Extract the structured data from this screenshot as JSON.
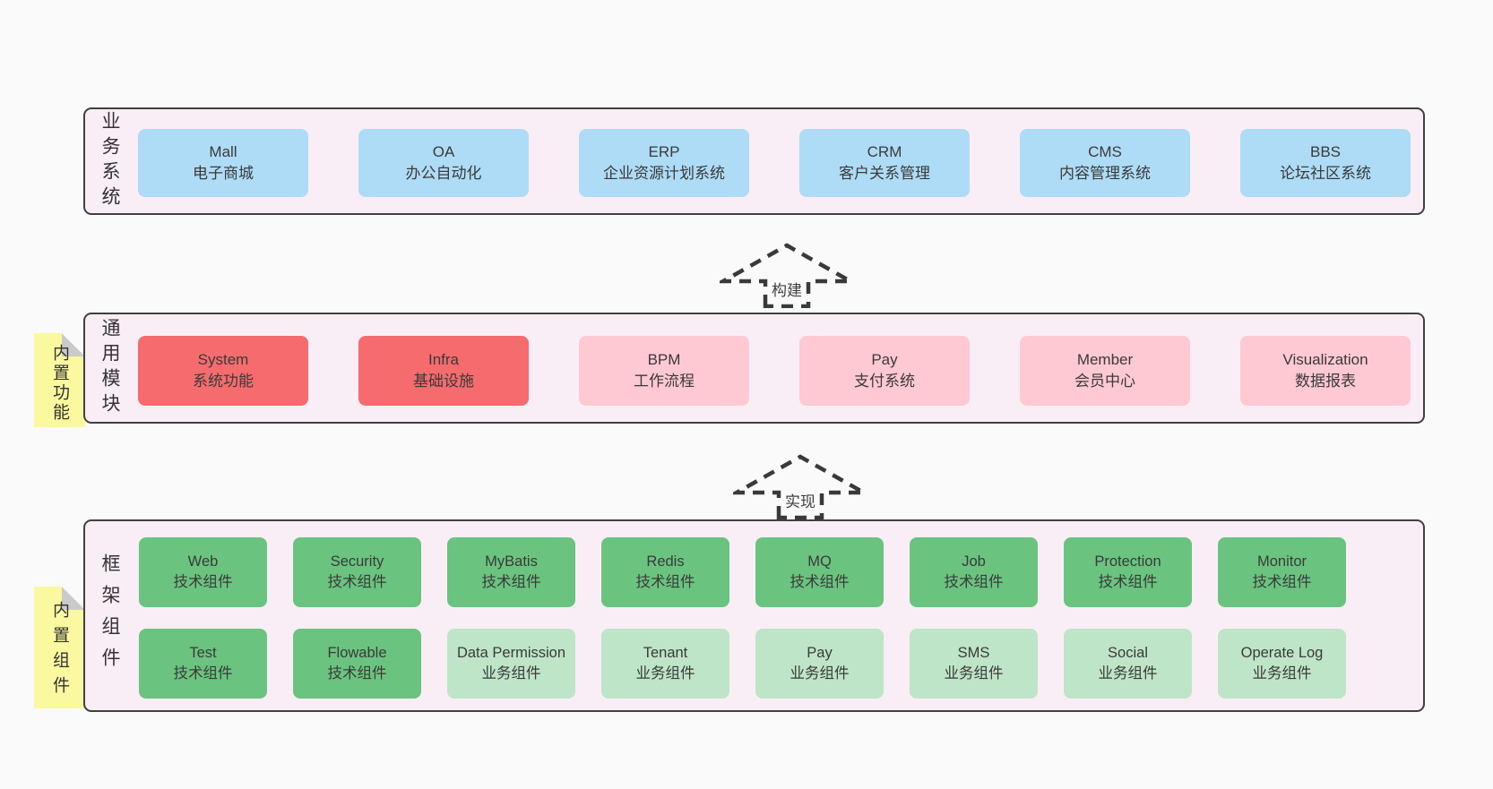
{
  "palette": {
    "pageBg": "#fafafa",
    "layerBg": "#f9edf6",
    "layerBorder": "#404040",
    "blue": "#aedcf6",
    "red": "#f56b6e",
    "pink": "#fec9d3",
    "green": "#6ac480",
    "lightGreen": "#bfe5c8",
    "noteYellow": "#fbf99f",
    "foldGray": "#c9cac9",
    "arrow": "#3a3a3a",
    "text": "#383838"
  },
  "layers": [
    {
      "id": "business-systems",
      "label": "业务系统",
      "boxes": [
        {
          "title": "Mall",
          "subtitle": "电子商城",
          "color": "blue"
        },
        {
          "title": "OA",
          "subtitle": "办公自动化",
          "color": "blue"
        },
        {
          "title": "ERP",
          "subtitle": "企业资源计划系统",
          "color": "blue"
        },
        {
          "title": "CRM",
          "subtitle": "客户关系管理",
          "color": "blue"
        },
        {
          "title": "CMS",
          "subtitle": "内容管理系统",
          "color": "blue"
        },
        {
          "title": "BBS",
          "subtitle": "论坛社区系统",
          "color": "blue"
        }
      ]
    },
    {
      "id": "common-modules",
      "label": "通用模块",
      "note": "内置功能",
      "boxes": [
        {
          "title": "System",
          "subtitle": "系统功能",
          "color": "red"
        },
        {
          "title": "Infra",
          "subtitle": "基础设施",
          "color": "red"
        },
        {
          "title": "BPM",
          "subtitle": "工作流程",
          "color": "pink"
        },
        {
          "title": "Pay",
          "subtitle": "支付系统",
          "color": "pink"
        },
        {
          "title": "Member",
          "subtitle": "会员中心",
          "color": "pink"
        },
        {
          "title": "Visualization",
          "subtitle": "数据报表",
          "color": "pink"
        }
      ]
    },
    {
      "id": "framework-components",
      "label": "框架组件",
      "note": "内置组件",
      "rows": [
        [
          {
            "title": "Web",
            "subtitle": "技术组件",
            "color": "green"
          },
          {
            "title": "Security",
            "subtitle": "技术组件",
            "color": "green"
          },
          {
            "title": "MyBatis",
            "subtitle": "技术组件",
            "color": "green"
          },
          {
            "title": "Redis",
            "subtitle": "技术组件",
            "color": "green"
          },
          {
            "title": "MQ",
            "subtitle": "技术组件",
            "color": "green"
          },
          {
            "title": "Job",
            "subtitle": "技术组件",
            "color": "green"
          },
          {
            "title": "Protection",
            "subtitle": "技术组件",
            "color": "green"
          },
          {
            "title": "Monitor",
            "subtitle": "技术组件",
            "color": "green"
          }
        ],
        [
          {
            "title": "Test",
            "subtitle": "技术组件",
            "color": "green"
          },
          {
            "title": "Flowable",
            "subtitle": "技术组件",
            "color": "green"
          },
          {
            "title": "Data Permission",
            "subtitle": "业务组件",
            "color": "lightgreen"
          },
          {
            "title": "Tenant",
            "subtitle": "业务组件",
            "color": "lightgreen"
          },
          {
            "title": "Pay",
            "subtitle": "业务组件",
            "color": "lightgreen"
          },
          {
            "title": "SMS",
            "subtitle": "业务组件",
            "color": "lightgreen"
          },
          {
            "title": "Social",
            "subtitle": "业务组件",
            "color": "lightgreen"
          },
          {
            "title": "Operate Log",
            "subtitle": "业务组件",
            "color": "lightgreen"
          }
        ]
      ]
    }
  ],
  "arrows": [
    {
      "label": "构建"
    },
    {
      "label": "实现"
    }
  ]
}
